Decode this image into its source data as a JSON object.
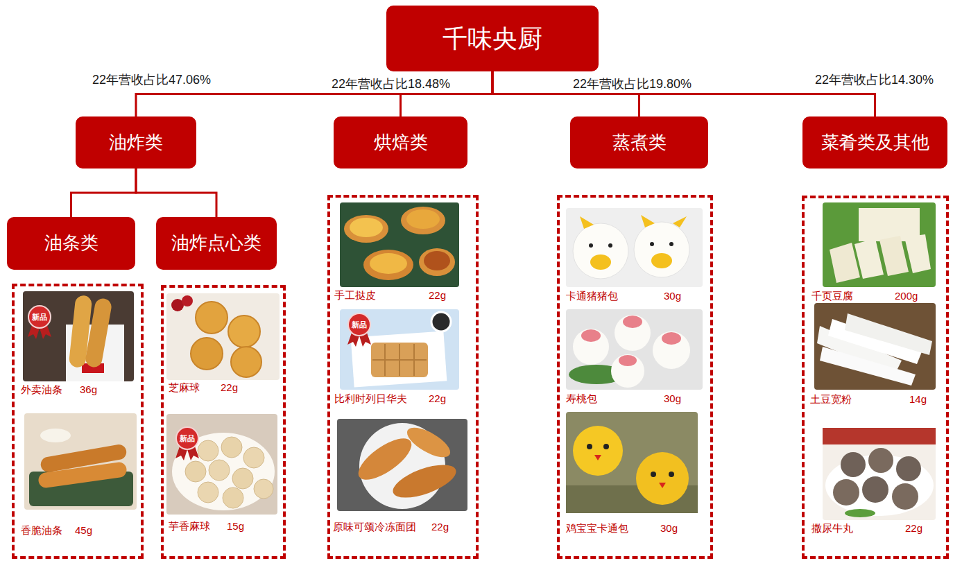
{
  "diagram": {
    "nodes": [
      {
        "text": [
          "千味央厨"
        ]
      },
      {
        "text": [
          "油炸类"
        ]
      },
      {
        "text": [
          "烘焙类"
        ]
      },
      {
        "text": [
          "蒸煮类"
        ]
      },
      {
        "text": [
          "菜肴类及其他"
        ]
      },
      {
        "text": [
          "油条类"
        ]
      },
      {
        "text": [
          "油炸点心类"
        ]
      },
      {
        "text": [
          "外卖油条",
          "36g",
          "香脆油条",
          "45g"
        ]
      },
      {
        "text": [
          "芝麻球",
          "22g",
          "芋香麻球",
          "15g"
        ]
      },
      {
        "text": [
          "手工挞皮",
          "22g",
          "比利时列日华夫",
          "22g",
          "原味可颂冷冻面团",
          "22g"
        ]
      },
      {
        "text": [
          "卡通猪猪包",
          "30g",
          "寿桃包",
          "30g",
          "鸡宝宝卡通包",
          "30g"
        ]
      },
      {
        "text": [
          "千页豆腐",
          "200g",
          "土豆宽粉",
          "14g",
          "撒尿牛丸",
          "22g"
        ]
      }
    ],
    "edges": [
      {
        "from": 0,
        "to": 1,
        "label": "22年营收占比47.06%",
        "arrow": "none"
      },
      {
        "from": 0,
        "to": 2,
        "label": "22年营收占比18.48%",
        "arrow": "none"
      },
      {
        "from": 0,
        "to": 3,
        "label": "22年营收占比19.80%",
        "arrow": "none"
      },
      {
        "from": 0,
        "to": 4,
        "label": "22年营收占比14.30%",
        "arrow": "none"
      },
      {
        "from": 1,
        "to": 5,
        "arrow": "none"
      },
      {
        "from": 1,
        "to": 6,
        "arrow": "none"
      }
    ],
    "labels": [
      "新品",
      "新品",
      "新品"
    ]
  }
}
